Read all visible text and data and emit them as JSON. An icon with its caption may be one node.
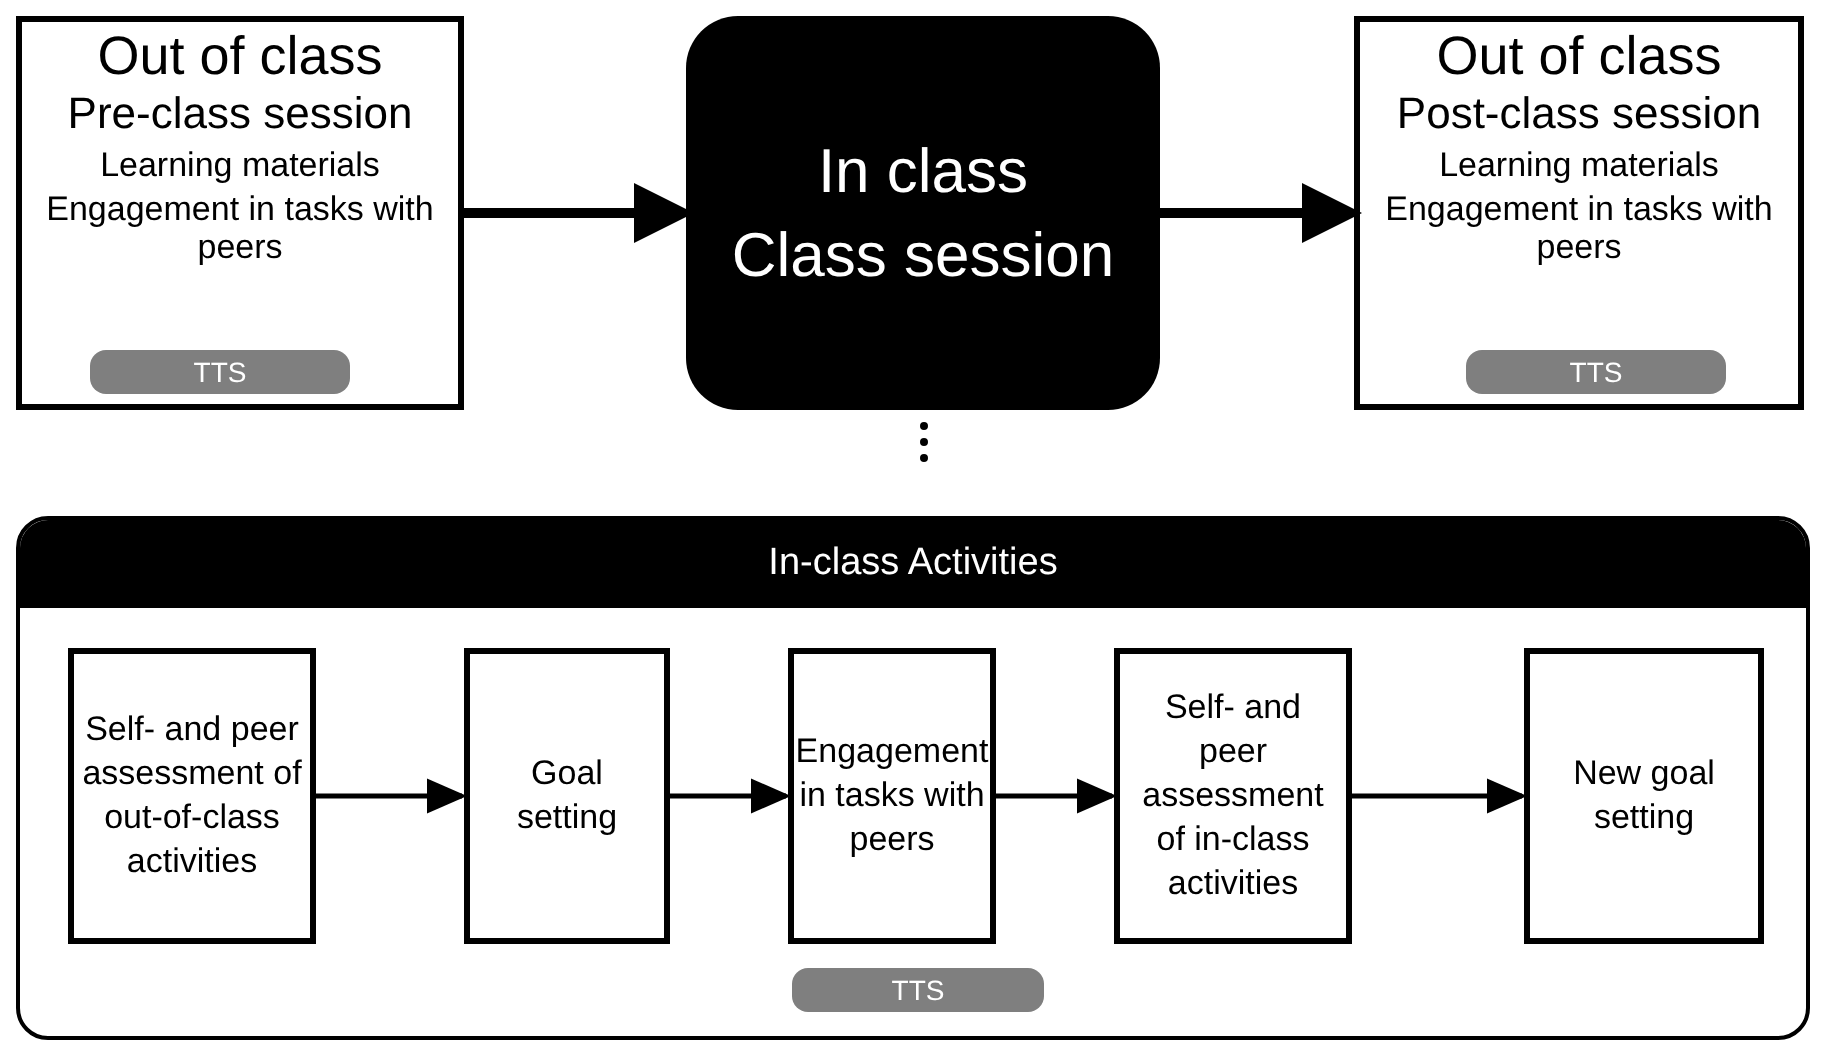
{
  "diagram": {
    "nodes": [
      {
        "text": [
          "Out of class",
          "Pre-class session",
          "Learning materials",
          "Engagement in tasks with peers"
        ]
      },
      {
        "text": [
          "TTS"
        ],
        "in": 0
      },
      {
        "text": [
          "In class",
          "Class session"
        ]
      },
      {
        "text": [
          "Out of class",
          "Post-class session",
          "Learning materials",
          "Engagement in tasks with peers"
        ]
      },
      {
        "text": [
          "TTS"
        ],
        "in": 3
      },
      {
        "text": [
          "In-class Activities"
        ]
      },
      {
        "text": [
          "Self- and peer assessment of out-of-class activities"
        ],
        "in": 5
      },
      {
        "text": [
          "Goal setting"
        ],
        "in": 5
      },
      {
        "text": [
          "Engagement in tasks with peers"
        ],
        "in": 5
      },
      {
        "text": [
          "Self- and peer assessment of in-class activities"
        ],
        "in": 5
      },
      {
        "text": [
          "New goal setting"
        ],
        "in": 5
      },
      {
        "text": [
          "TTS"
        ],
        "in": 5
      }
    ],
    "edges": [
      {
        "from": 0,
        "to": 2,
        "arrow": "to",
        "style": "thick"
      },
      {
        "from": 2,
        "to": 3,
        "arrow": "to",
        "style": "thick"
      },
      {
        "from": 2,
        "to": 5,
        "arrow": "none",
        "style": "dashed"
      },
      {
        "from": 6,
        "to": 7,
        "arrow": "to"
      },
      {
        "from": 7,
        "to": 8,
        "arrow": "to"
      },
      {
        "from": 8,
        "to": 9,
        "arrow": "to"
      },
      {
        "from": 9,
        "to": 10,
        "arrow": "to"
      }
    ]
  }
}
